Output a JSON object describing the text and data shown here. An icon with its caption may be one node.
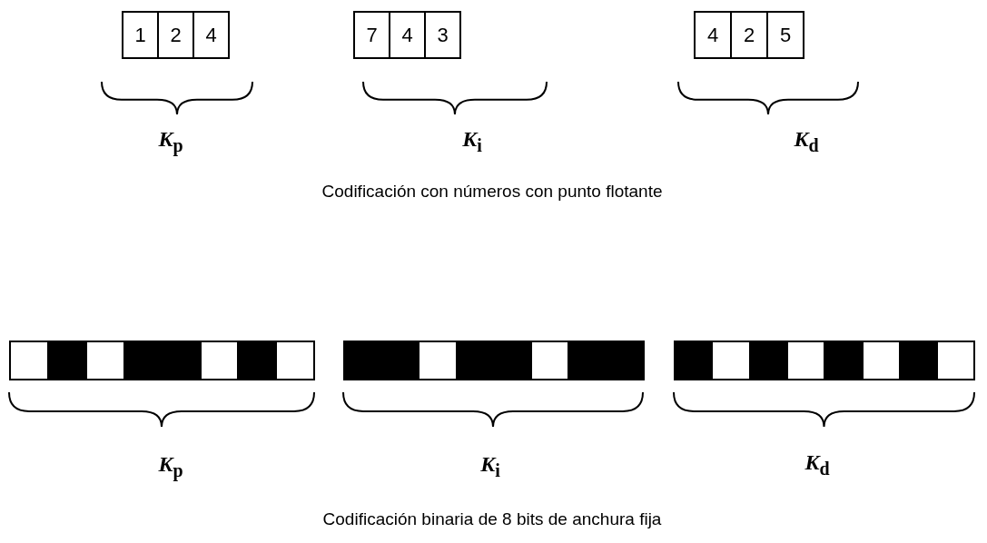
{
  "diagram": {
    "nodes": [
      {
        "text": [
          "1"
        ]
      },
      {
        "text": [
          "2"
        ]
      },
      {
        "text": [
          "4"
        ]
      },
      {
        "text": [
          "7"
        ]
      },
      {
        "text": [
          "4"
        ]
      },
      {
        "text": [
          "3"
        ]
      },
      {
        "text": [
          "4"
        ]
      },
      {
        "text": [
          "2"
        ]
      },
      {
        "text": [
          "5"
        ]
      },
      {
        "text": [],
        "shape": "box"
      },
      {
        "text": [],
        "shape": "bar"
      },
      {
        "text": [],
        "shape": "box"
      },
      {
        "text": [],
        "shape": "bar"
      },
      {
        "text": [],
        "shape": "bar"
      },
      {
        "text": [],
        "shape": "box"
      },
      {
        "text": [],
        "shape": "bar"
      },
      {
        "text": [],
        "shape": "box"
      },
      {
        "text": [],
        "shape": "bar"
      },
      {
        "text": [],
        "shape": "bar"
      },
      {
        "text": [],
        "shape": "box"
      },
      {
        "text": [],
        "shape": "bar"
      },
      {
        "text": [],
        "shape": "bar"
      },
      {
        "text": [],
        "shape": "box"
      },
      {
        "text": [],
        "shape": "bar"
      },
      {
        "text": [],
        "shape": "bar"
      },
      {
        "text": [],
        "shape": "bar"
      },
      {
        "text": [],
        "shape": "box"
      },
      {
        "text": [],
        "shape": "bar"
      },
      {
        "text": [],
        "shape": "box"
      },
      {
        "text": [],
        "shape": "bar"
      },
      {
        "text": [],
        "shape": "box"
      },
      {
        "text": [],
        "shape": "bar"
      },
      {
        "text": [],
        "shape": "box"
      }
    ],
    "labels": [
      "*K*$_{p}$",
      "*K*$_{i}$",
      "*K*$_{d}$",
      "Codificación con números con punto flotante",
      "*K*$_{p}$",
      "*K*$_{i}$",
      "*K*$_{d}$",
      "Codificación binaria de 8 bits de anchura fija"
    ]
  }
}
